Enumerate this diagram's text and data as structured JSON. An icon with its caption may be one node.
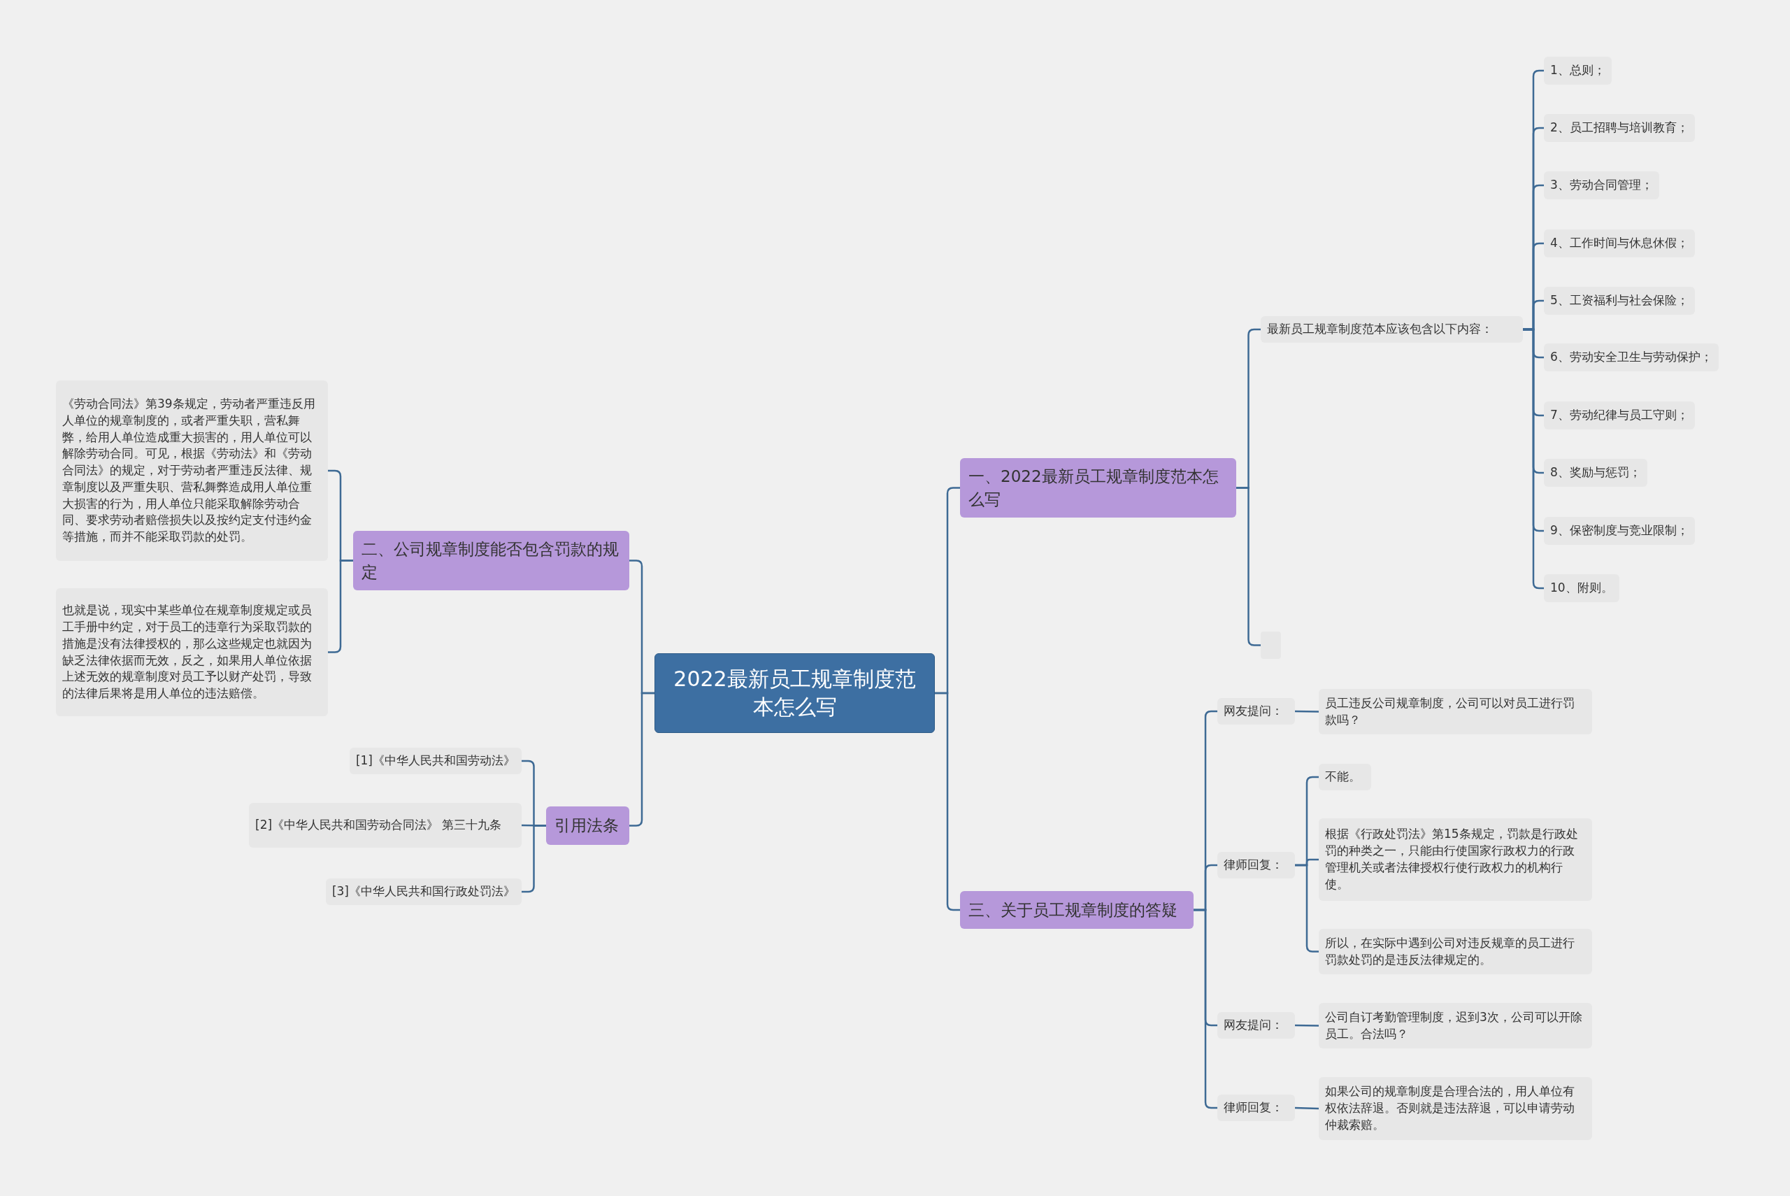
{
  "diagram": {
    "nodes": [
      {
        "text": [
          "2022最新员工规章制度范本怎么写"
        ]
      },
      {
        "text": [
          "一、2022最新员工规章制度范本怎么写"
        ]
      },
      {
        "text": [
          "最新员工规章制度范本应该包含以下内容："
        ]
      },
      {
        "text": [
          "1、总则；"
        ]
      },
      {
        "text": [
          "2、员工招聘与培训教育；"
        ]
      },
      {
        "text": [
          "3、劳动合同管理；"
        ]
      },
      {
        "text": [
          "4、工作时间与休息休假；"
        ]
      },
      {
        "text": [
          "5、工资福利与社会保险；"
        ]
      },
      {
        "text": [
          "6、劳动安全卫生与劳动保护；"
        ]
      },
      {
        "text": [
          "7、劳动纪律与员工守则；"
        ]
      },
      {
        "text": [
          "8、奖励与惩罚；"
        ]
      },
      {
        "text": [
          "9、保密制度与竞业限制；"
        ]
      },
      {
        "text": [
          "10、附则。"
        ]
      },
      {
        "text": [],
        "shape": "box"
      },
      {
        "text": [
          "三、关于员工规章制度的答疑"
        ]
      },
      {
        "text": [
          "网友提问："
        ]
      },
      {
        "text": [
          "员工违反公司规章制度，公司可以对员工进行罚款吗？"
        ]
      },
      {
        "text": [
          "律师回复："
        ]
      },
      {
        "text": [
          "不能。"
        ]
      },
      {
        "text": [
          "根据《行政处罚法》第15条规定，罚款是行政处罚的种类之一，只能由行使国家行政权力的行政管理机关或者法律授权行使行政权力的机构行使。"
        ]
      },
      {
        "text": [
          "所以，在实际中遇到公司对违反规章的员工进行罚款处罚的是违反法律规定的。"
        ]
      },
      {
        "text": [
          "网友提问："
        ]
      },
      {
        "text": [
          "公司自订考勤管理制度，迟到3次，公司可以开除员工。合法吗？"
        ]
      },
      {
        "text": [
          "律师回复："
        ]
      },
      {
        "text": [
          "如果公司的规章制度是合理合法的，用人单位有权依法辞退。否则就是违法辞退，可以申请劳动仲裁索赔。"
        ]
      },
      {
        "text": [
          "二、公司规章制度能否包含罚款的规定"
        ]
      },
      {
        "text": [
          "《劳动合同法》第39条规定，劳动者严重违反用人单位的规章制度的，或者严重失职，营私舞弊，给用人单位造成重大损害的，用人单位可以解除劳动合同。可见，根据《劳动法》和《劳动合同法》的规定，对于劳动者严重违反法律、规章制度以及严重失职、营私舞弊造成用人单位重大损害的行为，用人单位只能采取解除劳动合同、要求劳动者赔偿损失以及按约定支付违约金等措施，而并不能采取罚款的处罚。"
        ]
      },
      {
        "text": [
          "也就是说，现实中某些单位在规章制度规定或员工手册中约定，对于员工的违章行为采取罚款的措施是没有法律授权的，那么这些规定也就因为缺乏法律依据而无效，反之，如果用人单位依据上述无效的规章制度对员工予以财产处罚，导致的法律后果将是用人单位的违法赔偿。"
        ]
      },
      {
        "text": [
          "引用法条"
        ]
      },
      {
        "text": [
          "[1]《中华人民共和国劳动法》"
        ]
      },
      {
        "text": [
          "[2]《中华人民共和国劳动合同法》 第三十九条"
        ]
      },
      {
        "text": [
          "[3]《中华人民共和国行政处罚法》"
        ]
      }
    ],
    "edges": [
      {
        "from": 0,
        "to": 1,
        "arrow": "none"
      },
      {
        "from": 0,
        "to": 14,
        "arrow": "none"
      },
      {
        "from": 0,
        "to": 25,
        "arrow": "none"
      },
      {
        "from": 0,
        "to": 28,
        "arrow": "none"
      },
      {
        "from": 1,
        "to": 2,
        "arrow": "none"
      },
      {
        "from": 1,
        "to": 13,
        "arrow": "none"
      },
      {
        "from": 2,
        "to": 3,
        "arrow": "none"
      },
      {
        "from": 2,
        "to": 4,
        "arrow": "none"
      },
      {
        "from": 2,
        "to": 5,
        "arrow": "none"
      },
      {
        "from": 2,
        "to": 6,
        "arrow": "none"
      },
      {
        "from": 2,
        "to": 7,
        "arrow": "none"
      },
      {
        "from": 2,
        "to": 8,
        "arrow": "none"
      },
      {
        "from": 2,
        "to": 9,
        "arrow": "none"
      },
      {
        "from": 2,
        "to": 10,
        "arrow": "none"
      },
      {
        "from": 2,
        "to": 11,
        "arrow": "none"
      },
      {
        "from": 2,
        "to": 12,
        "arrow": "none"
      },
      {
        "from": 14,
        "to": 15,
        "arrow": "none"
      },
      {
        "from": 14,
        "to": 17,
        "arrow": "none"
      },
      {
        "from": 14,
        "to": 21,
        "arrow": "none"
      },
      {
        "from": 14,
        "to": 23,
        "arrow": "none"
      },
      {
        "from": 15,
        "to": 16,
        "arrow": "none"
      },
      {
        "from": 17,
        "to": 18,
        "arrow": "none"
      },
      {
        "from": 17,
        "to": 19,
        "arrow": "none"
      },
      {
        "from": 17,
        "to": 20,
        "arrow": "none"
      },
      {
        "from": 21,
        "to": 22,
        "arrow": "none"
      },
      {
        "from": 23,
        "to": 24,
        "arrow": "none"
      },
      {
        "from": 25,
        "to": 26,
        "arrow": "none"
      },
      {
        "from": 25,
        "to": 27,
        "arrow": "none"
      },
      {
        "from": 28,
        "to": 29,
        "arrow": "none"
      },
      {
        "from": 28,
        "to": 30,
        "arrow": "none"
      },
      {
        "from": 28,
        "to": 31,
        "arrow": "none"
      }
    ]
  }
}
